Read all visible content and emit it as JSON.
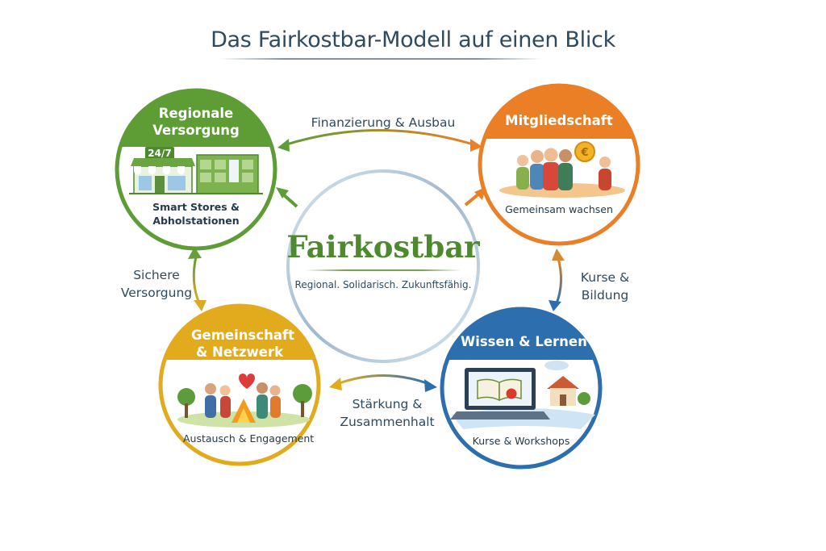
{
  "title": "Das Fairkostbar-Modell auf einen Blick",
  "center": {
    "name": "Fairkostbar",
    "tagline": "Regional. Solidarisch. Zukunftsfähig."
  },
  "nodes": {
    "regional": {
      "title": "Regionale Versorgung",
      "sign": "24/7",
      "caption": "Smart Stores & Abholstationen",
      "color": "#5e9c35"
    },
    "membership": {
      "title": "Mitgliedschaft",
      "caption": "Gemeinsam wachsen",
      "coin_symbol": "€",
      "color": "#ea7f26"
    },
    "community": {
      "title": "Gemeinschaft & Netzwerk",
      "caption": "Austausch & Engagement",
      "color": "#e2ab1e"
    },
    "knowledge": {
      "title": "Wissen & Lernen",
      "caption": "Kurse & Workshops",
      "color": "#2d6fae"
    }
  },
  "connections": {
    "top": "Finanzierung & Ausbau",
    "left": "Sichere Versorgung",
    "right": "Kurse & Bildung",
    "bottom": "Stärkung & Zusammenhalt"
  }
}
